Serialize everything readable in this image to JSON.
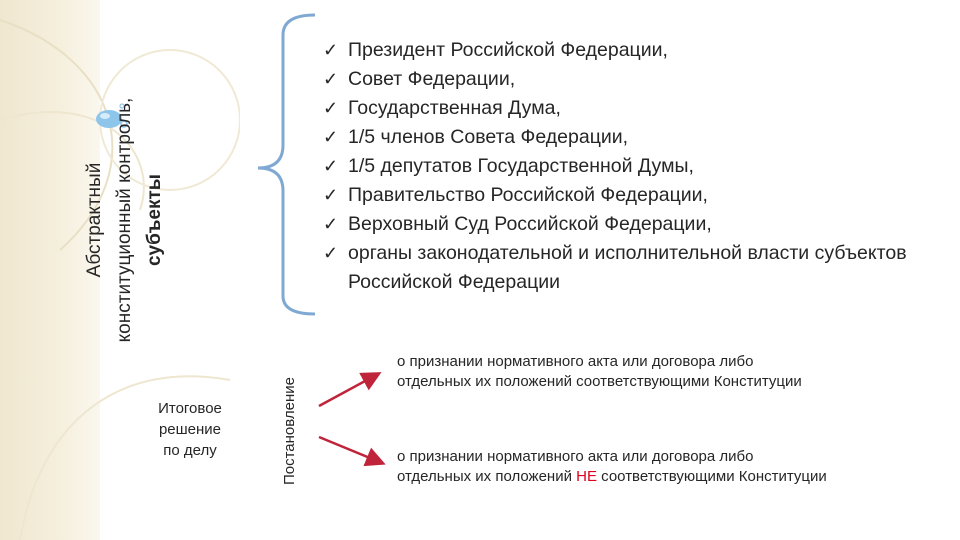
{
  "subjects_title": {
    "line1": "Абстрактный",
    "line2": "конституционный контроль,",
    "line3": "субъекты"
  },
  "subjects_list": [
    {
      "marker": "✓",
      "text": "Президент Российской Федерации,"
    },
    {
      "marker": "✓",
      "text": "Совет Федерации,"
    },
    {
      "marker": "✓",
      "text": "Государственная Дума,"
    },
    {
      "marker": "✓",
      "text": "1/5 членов Совета Федерации,"
    },
    {
      "marker": "✓",
      "text": "1/5 депутатов Государственной Думы,"
    },
    {
      "marker": "✓",
      "text": "Правительство Российской Федерации,"
    },
    {
      "marker": "✓",
      "text": "Верховный Суд Российской Федерации,"
    },
    {
      "marker": "✓",
      "text": "органы законодательной и исполнительной власти субъектов Российской Федерации"
    }
  ],
  "final_decision": {
    "line1": "Итоговое",
    "line2": "решение",
    "line3": "по делу"
  },
  "decree_label": "Постановление",
  "outcomes": {
    "compliant": {
      "line1": "о признании нормативного акта или договора либо",
      "line2": "отдельных их положений соответствующими Конституции"
    },
    "non_compliant": {
      "line1": "о признании нормативного акта или договора либо",
      "line2_before": "отдельных их положений ",
      "negation": "НЕ",
      "line2_after": " соответствующими Конституции"
    }
  },
  "colors": {
    "brace": "#7fa9d3",
    "arrow": "#c0243a",
    "negation": "#e0001a",
    "decor_bubble": "#8ec5ea",
    "left_strip": "#efe7cf"
  }
}
